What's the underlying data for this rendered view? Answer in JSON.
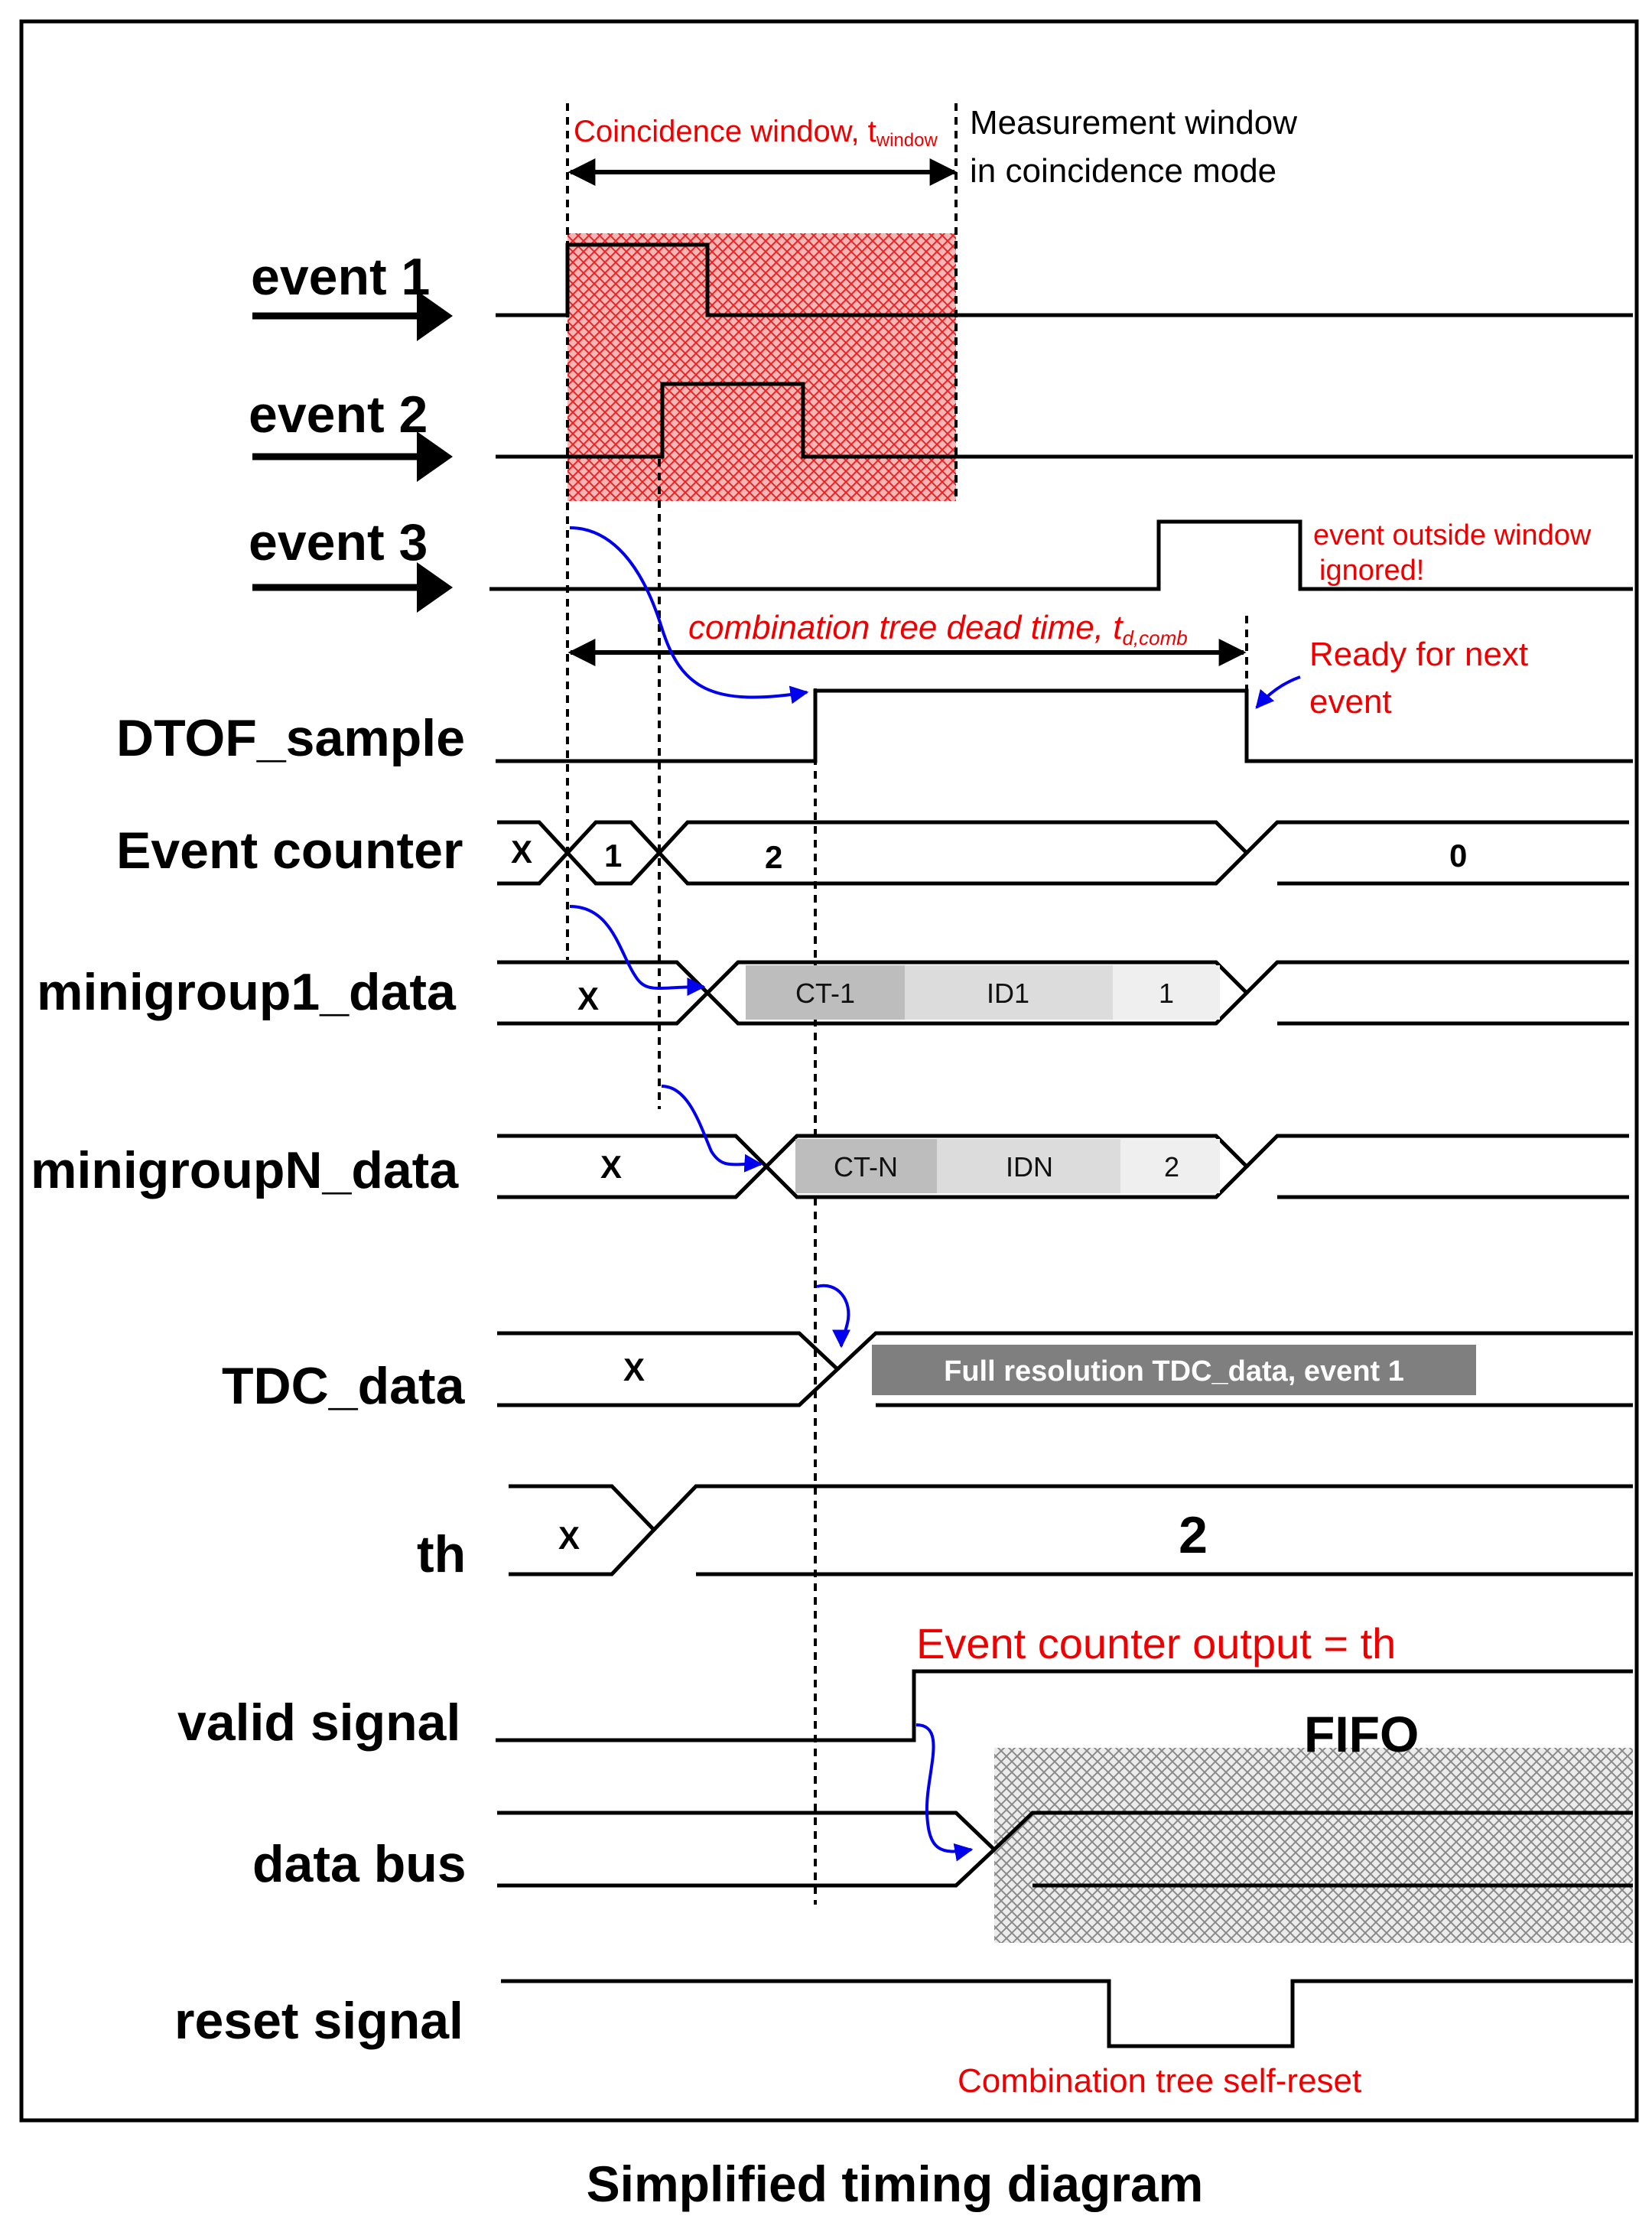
{
  "title": "Simplified timing diagram",
  "signals": {
    "event1": "event 1",
    "event2": "event 2",
    "event3": "event 3",
    "dtof_sample": "DTOF_sample",
    "event_counter": "Event counter",
    "minigroup1_data": "minigroup1_data",
    "minigroupN_data": "minigroupN_data",
    "tdc_data": "TDC_data",
    "th": "th",
    "valid_signal": "valid signal",
    "data_bus": "data bus",
    "reset_signal": "reset signal"
  },
  "annotations": {
    "coincidence_window": "Coincidence window, t",
    "coincidence_window_sub": "window",
    "measurement_window_1": "Measurement window",
    "measurement_window_2": "in coincidence mode",
    "dead_time": "combination tree dead time, t",
    "dead_time_sub": "d,comb",
    "outside_window_1": "event outside window",
    "outside_window_2": "ignored!",
    "ready_1": "Ready for next",
    "ready_2": "event",
    "counter_output": "Event counter output = th",
    "fifo": "FIFO",
    "self_reset": "Combination tree self-reset"
  },
  "values": {
    "counter_x": "X",
    "counter_1": "1",
    "counter_2": "2",
    "counter_0": "0",
    "mg1_x": "X",
    "mg1_ct": "CT-1",
    "mg1_id": "ID1",
    "mg1_n": "1",
    "mgN_x": "X",
    "mgN_ct": "CT-N",
    "mgN_id": "IDN",
    "mgN_n": "2",
    "tdc_x": "X",
    "tdc_full": "Full resolution TDC_data, event 1",
    "th_x": "X",
    "th_2": "2"
  },
  "colors": {
    "annotation": "#ee0000",
    "arrow": "#0000ee",
    "ct_segment": "#bdbdbd",
    "id_segment": "#dcdcdc",
    "n_segment": "#efefef",
    "tdc_segment": "#7f7f7f",
    "coincidence_hatch": "#ee2222",
    "fifo_hatch": "#888888"
  }
}
